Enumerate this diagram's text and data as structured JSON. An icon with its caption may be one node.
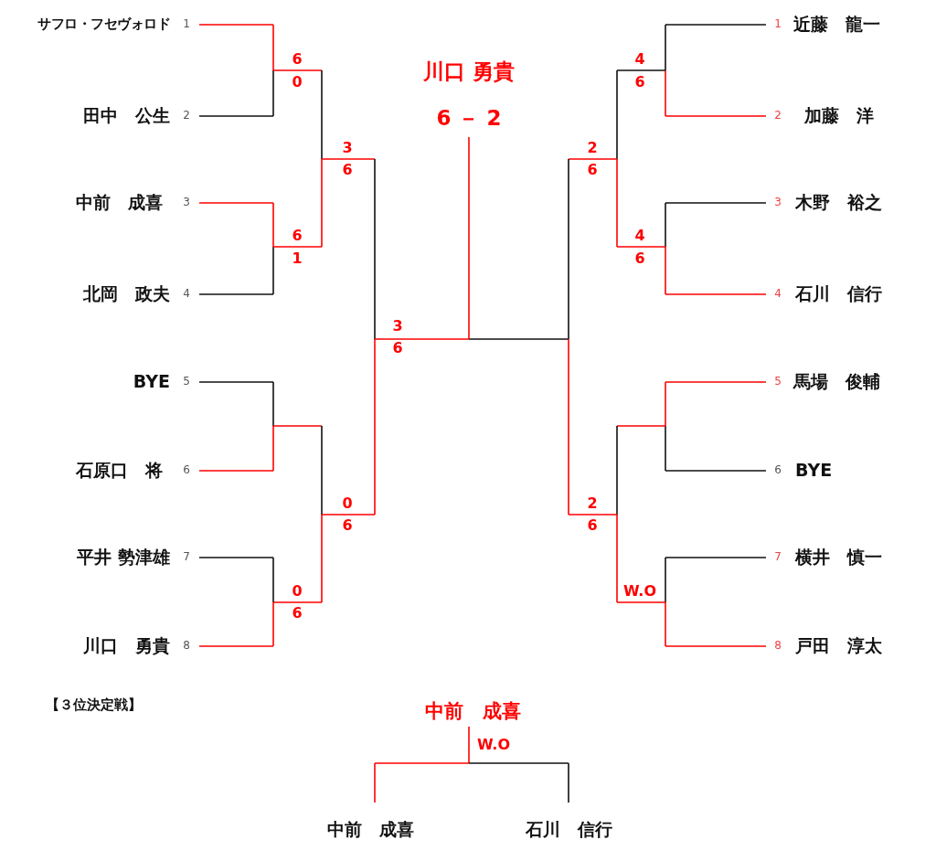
{
  "diagram": {
    "labels": [
      "サフロ・フセヴォロド",
      "1",
      "1",
      "近藤　龍一",
      "6",
      "4",
      "川口 勇貴",
      "0",
      "6",
      "田中　公生",
      "2",
      "6 － 2",
      "2",
      "加藤　洋",
      "3",
      "2",
      "6",
      "6",
      "中前　成喜",
      "3",
      "3",
      "木野　裕之",
      "6",
      "4",
      "1",
      "6",
      "北岡　政夫",
      "4",
      "4",
      "石川　信行",
      "3",
      "6",
      "BYE",
      "5",
      "5",
      "馬場　俊輔",
      "石原口　将",
      "6",
      "6",
      "BYE",
      "0",
      "2",
      "6",
      "6",
      "平井 勢津雄",
      "7",
      "7",
      "横井　慎一",
      "0",
      "W.O",
      "6",
      "川口　勇貴",
      "8",
      "8",
      "戸田　淳太",
      "【３位決定戦】",
      "中前　成喜",
      "W.O",
      "中前　成喜",
      "石川　信行"
    ]
  }
}
